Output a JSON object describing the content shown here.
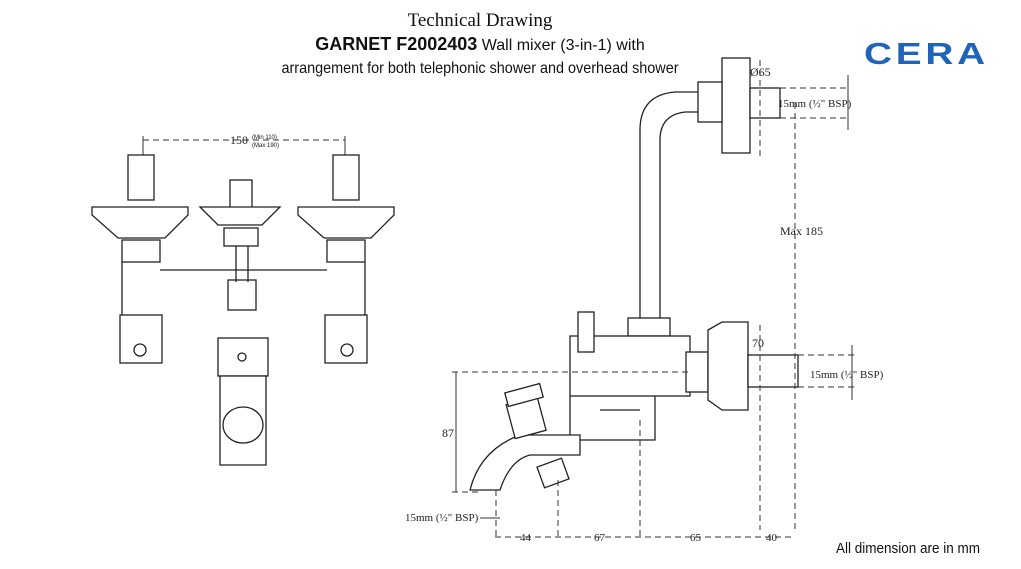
{
  "header": {
    "title": "Technical Drawing",
    "model": "GARNET F2002403",
    "description_line1": "Wall mixer (3-in-1) with",
    "description_line2": "arrangement for both telephonic shower and overhead shower"
  },
  "brand": {
    "logo_text": "CERA",
    "color": "#1f64b8"
  },
  "dimensions": {
    "handle_spacing": "150",
    "handle_spacing_min": "(Min 110)",
    "handle_spacing_max": "(Max 190)",
    "flange_diameter": "Ø65",
    "top_outlet": "15mm (½\" BSP)",
    "max_height": "Max 185",
    "body_height": "70",
    "inlet": "15mm (½\" BSP)",
    "spout_height": "87",
    "spout_outlet": "15mm (½\" BSP)",
    "bottom_1": "44",
    "bottom_2": "67",
    "bottom_3": "65",
    "bottom_4": "40"
  },
  "footer": {
    "note": "All dimension are in mm"
  }
}
